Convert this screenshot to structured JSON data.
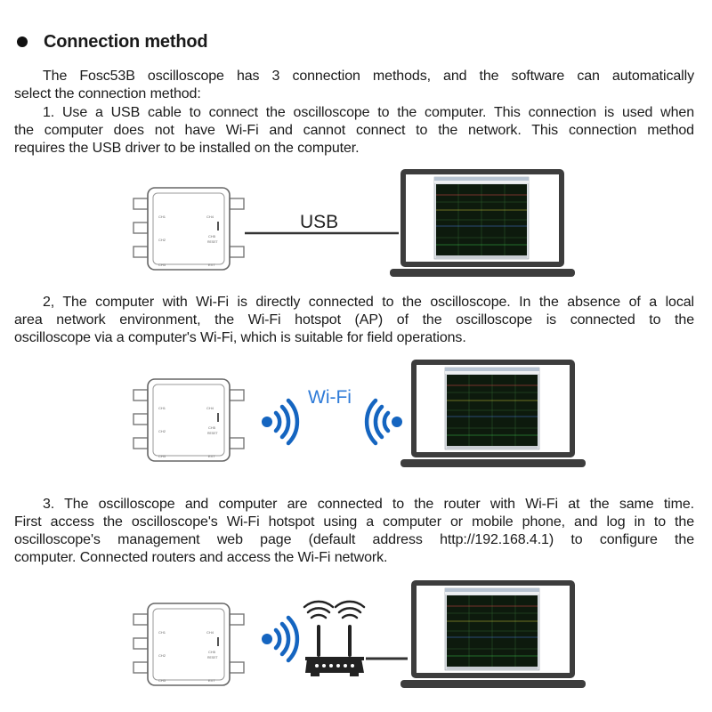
{
  "heading": "Connection method",
  "intro": {
    "lines": [
      "The Fosc53B oscilloscope has 3 connection methods, and the software can automatically",
      "select the connection method:"
    ]
  },
  "method1": {
    "lines": [
      "1. Use a USB cable to connect the oscilloscope to the computer. This connection is used when",
      "the computer does not have Wi-Fi and cannot connect to the network. This connection method",
      "requires the USB driver to be installed on the computer."
    ],
    "link_label": "USB"
  },
  "method2": {
    "lines": [
      "2, The computer with Wi-Fi is directly connected to the oscilloscope. In the absence of a local",
      "area network environment, the Wi-Fi hotspot (AP) of the oscilloscope is connected to the",
      "oscilloscope via a computer's Wi-Fi, which is suitable for field operations."
    ],
    "link_label": "Wi-Fi"
  },
  "method3": {
    "lines": [
      "3. The oscilloscope and computer are connected to the router with Wi-Fi at the same time.",
      "First access the oscilloscope's Wi-Fi hotspot using a computer or mobile phone, and log in to the",
      "oscilloscope's management web page (default address http://192.168.4.1) to configure the",
      "computer. Connected routers and access the Wi-Fi network."
    ]
  },
  "device": {
    "port_labels": [
      "CH1",
      "CH2",
      "CH3",
      "CH4",
      "CH5",
      "RESET",
      "EXT"
    ]
  },
  "colors": {
    "text": "#1a1a1a",
    "wifi_blue": "#1565c0",
    "wifi_label": "#2f7bd8",
    "laptop_frame": "#3d3d3d",
    "screen_bg": "#0d1a0d"
  },
  "icons": [
    "bullet-dot",
    "oscilloscope-device",
    "laptop-icon",
    "wifi-signal-icon",
    "router-icon"
  ]
}
